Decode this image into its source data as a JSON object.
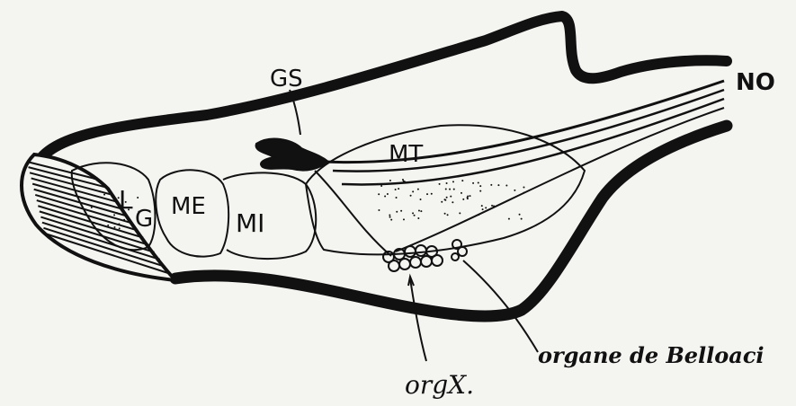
{
  "labels": {
    "gs": "GS",
    "no": "NO",
    "mt": "MT",
    "l": "L",
    "g": "G",
    "me": "ME",
    "mi": "MI",
    "orgx": "orgX.",
    "belonci": "organe de Belloaci"
  },
  "colors": {
    "ink": "#111111",
    "paper": "#f4f4f1"
  }
}
